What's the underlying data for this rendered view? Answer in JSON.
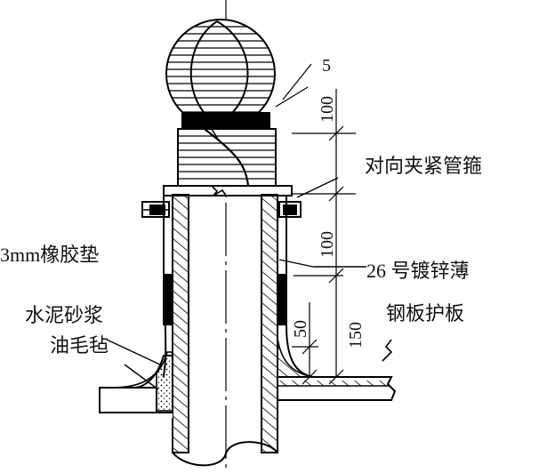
{
  "labels": {
    "clamp": "对向夹紧管箍",
    "rubber_gasket": "3mm橡胶垫",
    "flashing_line1": "26 号镀锌薄",
    "flashing_line2": "钢板护板",
    "mortar": "水泥砂浆",
    "felt": "油毛毡"
  },
  "dimensions": {
    "gap": "5",
    "cap_height": "100",
    "clamp_to_flashing": "100",
    "flashing_total": "150",
    "flashing_base": "50"
  },
  "colors": {
    "line": "#000000",
    "hatch": "#000000",
    "background": "#ffffff"
  }
}
